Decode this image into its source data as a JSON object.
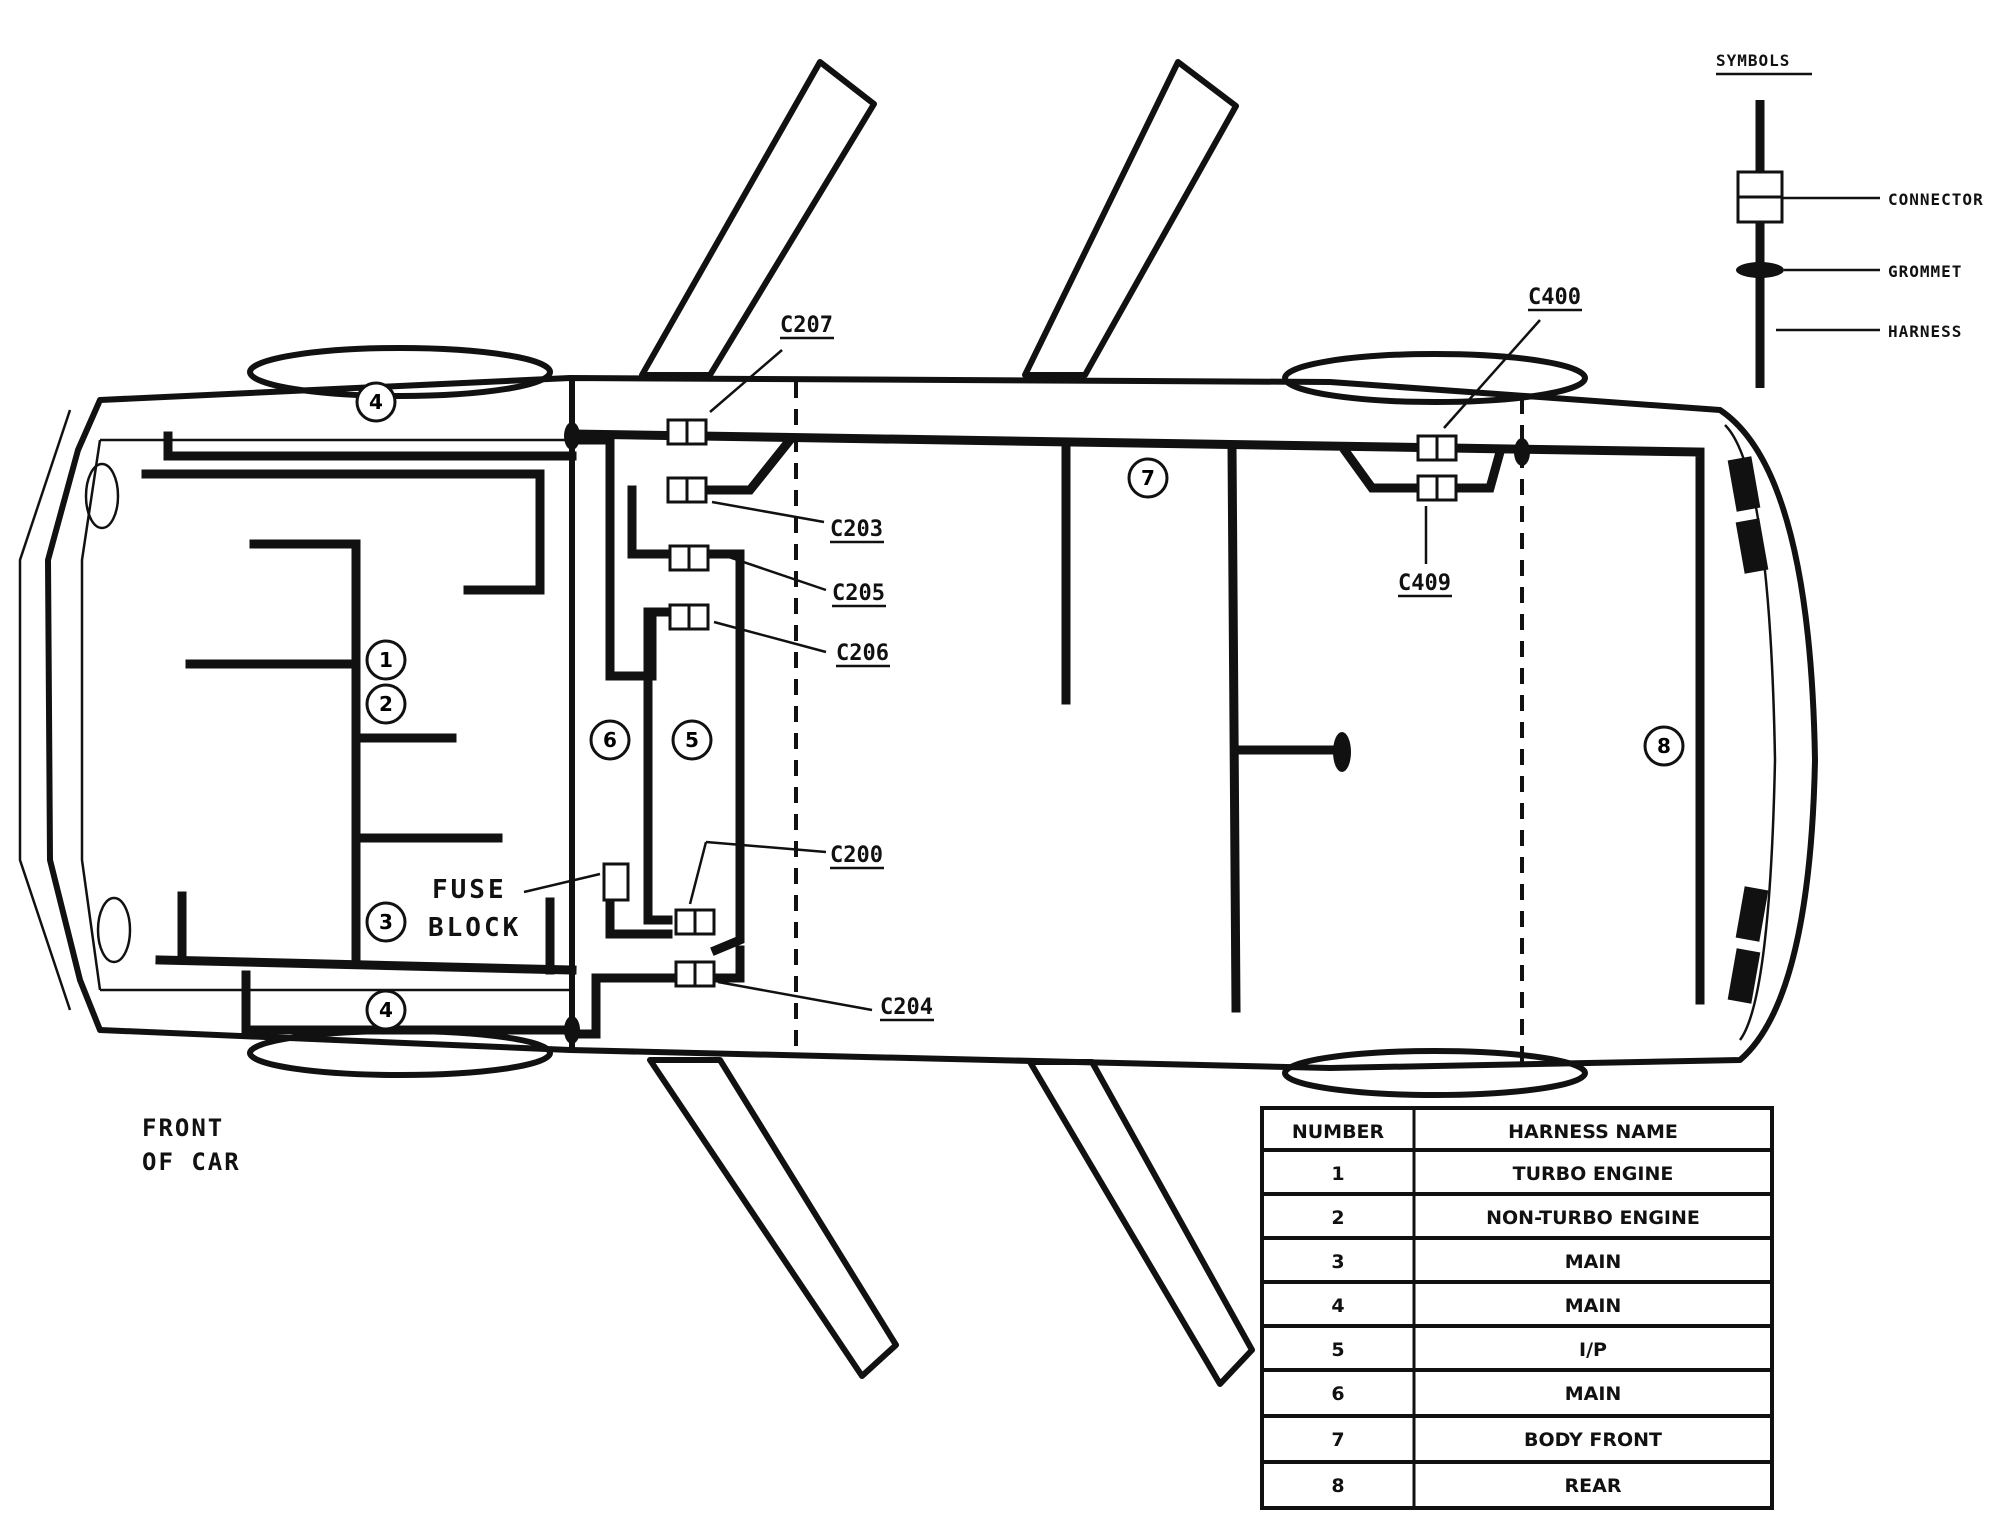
{
  "symbols": {
    "title": "SYMBOLS",
    "connector": "CONNECTOR",
    "grommet": "GROMMET",
    "harness": "HARNESS"
  },
  "connectors": {
    "c207": "C207",
    "c203": "C203",
    "c205": "C205",
    "c206": "C206",
    "c200": "C200",
    "c204": "C204",
    "c400": "C400",
    "c409": "C409"
  },
  "markers": [
    "1",
    "2",
    "3",
    "4",
    "4",
    "5",
    "6",
    "7",
    "8"
  ],
  "fuse_block": [
    "FUSE",
    "BLOCK"
  ],
  "front_of_car": [
    "FRONT",
    "OF CAR"
  ],
  "table": {
    "headers": [
      "NUMBER",
      "HARNESS NAME"
    ],
    "rows": [
      {
        "number": "1",
        "name": "TURBO ENGINE"
      },
      {
        "number": "2",
        "name": "NON-TURBO ENGINE"
      },
      {
        "number": "3",
        "name": "MAIN"
      },
      {
        "number": "4",
        "name": "MAIN"
      },
      {
        "number": "5",
        "name": "I/P"
      },
      {
        "number": "6",
        "name": "MAIN"
      },
      {
        "number": "7",
        "name": "BODY FRONT"
      },
      {
        "number": "8",
        "name": "REAR"
      }
    ]
  }
}
